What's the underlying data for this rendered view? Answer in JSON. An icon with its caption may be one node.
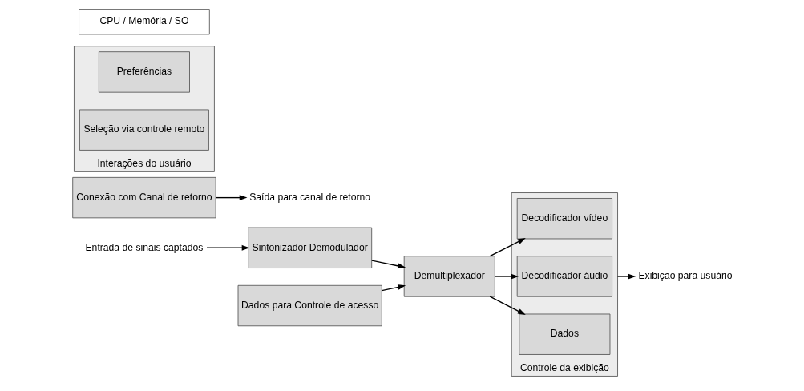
{
  "diagram": {
    "nodes": [
      {
        "text": [
          "Entrada de sinais captados"
        ]
      },
      {
        "text": [
          "Sintonizador Demodulador"
        ]
      },
      {
        "text": [
          "Dados para Controle de acesso"
        ]
      },
      {
        "text": [
          "Demultiplexador"
        ]
      },
      {
        "text": [
          "Controle da exibição"
        ]
      },
      {
        "text": [
          "Decodificador vídeo"
        ],
        "in": 4
      },
      {
        "text": [
          "Decodificador áudio"
        ],
        "in": 4
      },
      {
        "text": [
          "Dados"
        ],
        "in": 4
      },
      {
        "text": [
          "Exibição para usuário"
        ]
      },
      {
        "text": [
          "Conexão com Canal de retorno"
        ]
      },
      {
        "text": [
          "Saída para canal de retorno"
        ]
      },
      {
        "text": [
          "Interações do usuário"
        ]
      },
      {
        "text": [
          "Preferências"
        ],
        "in": 11
      },
      {
        "text": [
          "Seleção via controle remoto"
        ],
        "in": 11
      },
      {
        "text": [
          "CPU / Memória / SO"
        ]
      }
    ],
    "edges": [
      {
        "from": 0,
        "to": 1,
        "arrow": "to"
      },
      {
        "from": 1,
        "to": 3,
        "arrow": "to"
      },
      {
        "from": 2,
        "to": 3,
        "arrow": "to"
      },
      {
        "from": 3,
        "to": 5,
        "arrow": "to"
      },
      {
        "from": 3,
        "to": 6,
        "arrow": "to"
      },
      {
        "from": 3,
        "to": 7,
        "arrow": "to"
      },
      {
        "from": 4,
        "to": 8,
        "arrow": "to"
      },
      {
        "from": 9,
        "to": 10,
        "arrow": "to"
      }
    ]
  }
}
